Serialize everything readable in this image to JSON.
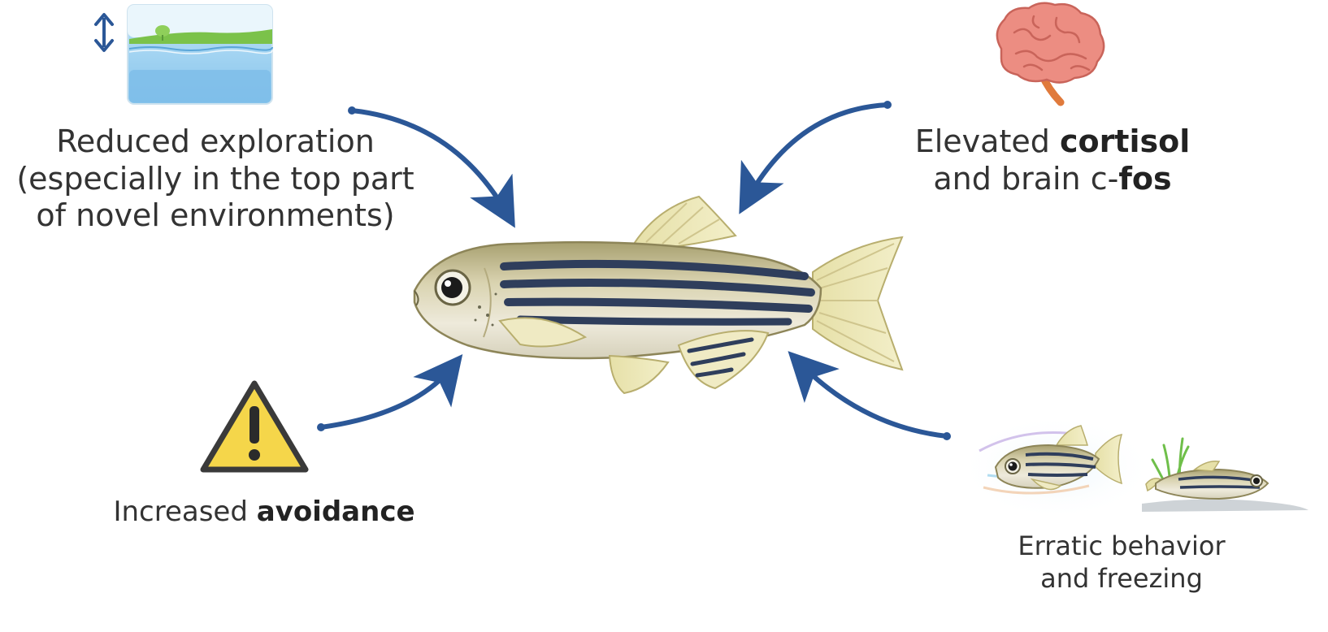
{
  "labels": {
    "exploration": {
      "line1": "Reduced exploration",
      "line2": "(especially in the top part",
      "line3": "of novel environments)"
    },
    "cortisol": {
      "line1_plain": "Elevated ",
      "line1_bold": "cortisol",
      "line2_plain": "and brain c-",
      "line2_bold": "fos"
    },
    "avoidance": {
      "plain": "Increased ",
      "bold": "avoidance"
    },
    "erratic": {
      "line1": "Erratic behavior",
      "line2": "and freezing"
    }
  },
  "colors": {
    "arrow": "#2b5797",
    "warning_fill": "#f5d64a",
    "brain": "#e8857a",
    "water": "#9fd0f0",
    "grass": "#7bc24a"
  },
  "icons": [
    "vertical-arrow-icon",
    "tank-icon",
    "brain-icon",
    "warning-icon",
    "zebrafish-illustration",
    "swimming-fish-icon",
    "resting-fish-icon"
  ]
}
